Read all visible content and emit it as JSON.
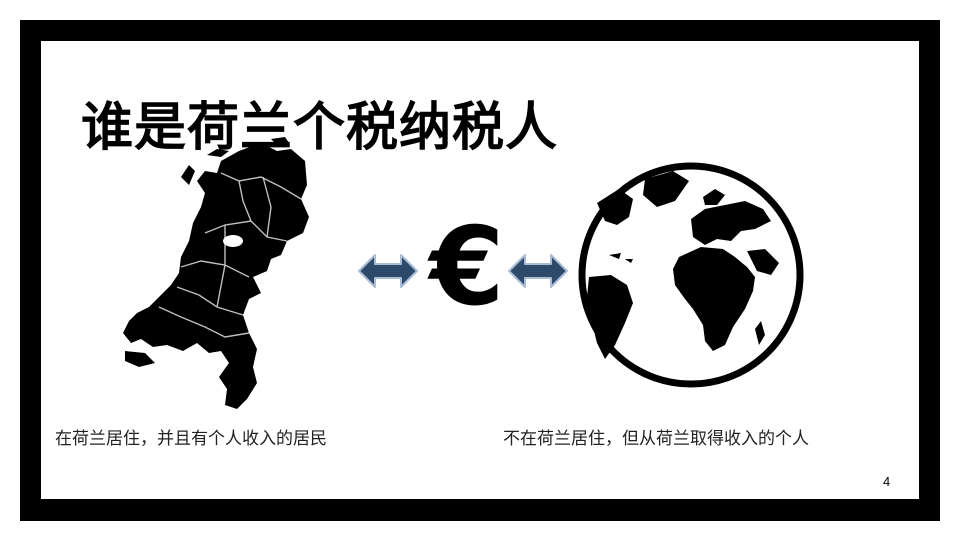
{
  "slide": {
    "title": "谁是荷兰个税纳税人",
    "left_caption": "在荷兰居住，并且有个人收入的居民",
    "right_caption": "不在荷兰居住，但从荷兰取得收入的个人",
    "page_number": "4",
    "center_symbol": "€"
  },
  "icons": {
    "left_graphic": "netherlands-map-icon",
    "right_graphic": "globe-icon",
    "arrows": "double-arrow-icon"
  },
  "colors": {
    "frame": "#000000",
    "background": "#ffffff",
    "arrow_fill": "#2e4a6b",
    "arrow_stroke": "#a9bcd3"
  }
}
